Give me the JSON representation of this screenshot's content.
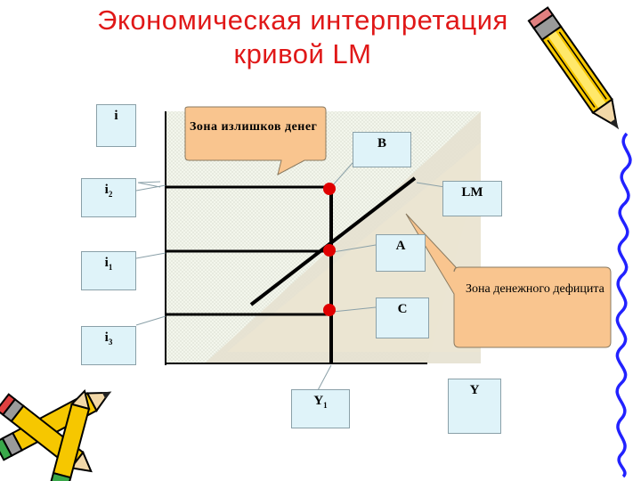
{
  "title_line1": "Экономическая интерпретация",
  "title_line2": "кривой LM",
  "axis_y_label": "i",
  "axis_x_label": "Y",
  "y_markers": [
    {
      "label": "i",
      "sub": "2"
    },
    {
      "label": "i",
      "sub": "1"
    },
    {
      "label": "i",
      "sub": "3"
    }
  ],
  "x_marker": {
    "label": "Y",
    "sub": "1"
  },
  "points": [
    "B",
    "A",
    "C"
  ],
  "curve_label": "LM",
  "zone_excess": "Зона  излишков денег",
  "zone_deficit": "Зона денежного дефицита",
  "colors": {
    "title": "#e01818",
    "point": "#e00000",
    "callout_fill": "#f9c58f",
    "box_fill": "#dff3f9",
    "line": "#000000"
  },
  "icons": [
    "pencil-icon",
    "pencils-icon",
    "squiggle-border-icon"
  ]
}
